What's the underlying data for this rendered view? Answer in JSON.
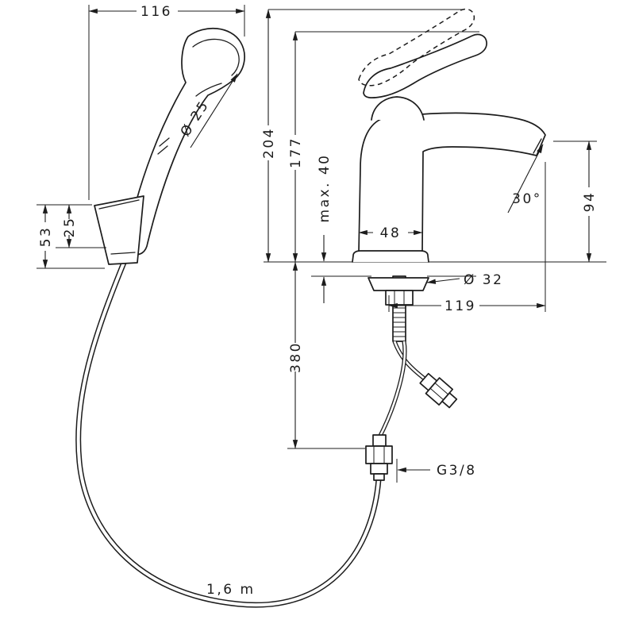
{
  "drawing": {
    "dimensions": {
      "handshower_span": "116",
      "handshower_head_diameter": "Ø 25",
      "holder_height": "53",
      "holder_offset": "25",
      "total_height": "204",
      "handle_height": "177",
      "max_deck_thickness": "max. 40",
      "body_width": "48",
      "spout_angle": "30°",
      "spout_outlet_height": "94",
      "tap_hole_diameter": "Ø 32",
      "spout_reach": "119",
      "below_deck_length": "380",
      "connection_thread": "G3/8",
      "hose_length": "1,6 m"
    }
  }
}
